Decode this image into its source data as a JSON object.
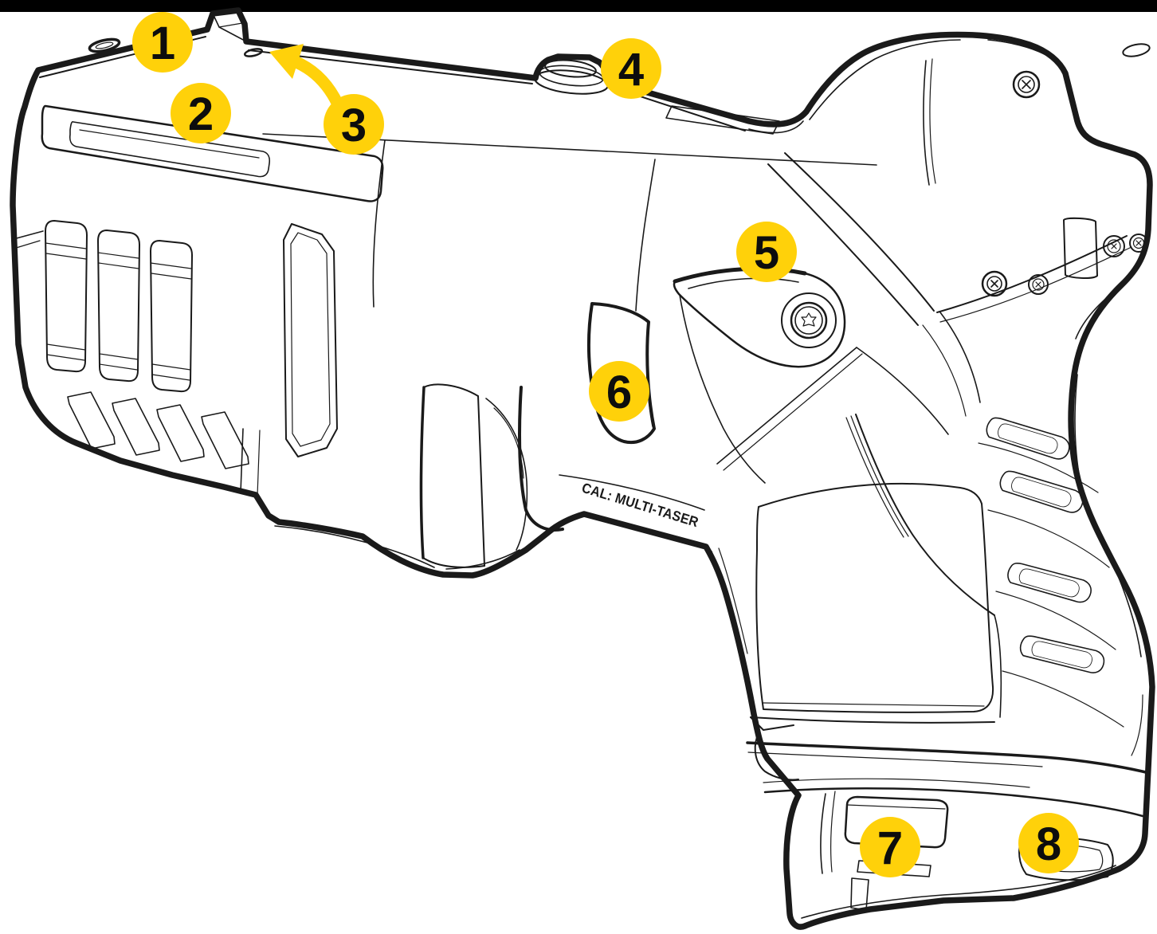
{
  "colors": {
    "ink": "#1a1a1a",
    "paper": "#ffffff",
    "top_bar": "#000000",
    "callout_yellow": "#ffd10a",
    "callout_number": "#0d0d0d"
  },
  "diagram": {
    "device_label": "CAL: MULTI-TASER",
    "icons": {
      "callout_3_pointer": "curved-arrow-icon"
    },
    "callouts": [
      {
        "label": "1"
      },
      {
        "label": "2"
      },
      {
        "label": "3"
      },
      {
        "label": "4"
      },
      {
        "label": "5"
      },
      {
        "label": "6"
      },
      {
        "label": "7"
      },
      {
        "label": "8"
      }
    ]
  }
}
